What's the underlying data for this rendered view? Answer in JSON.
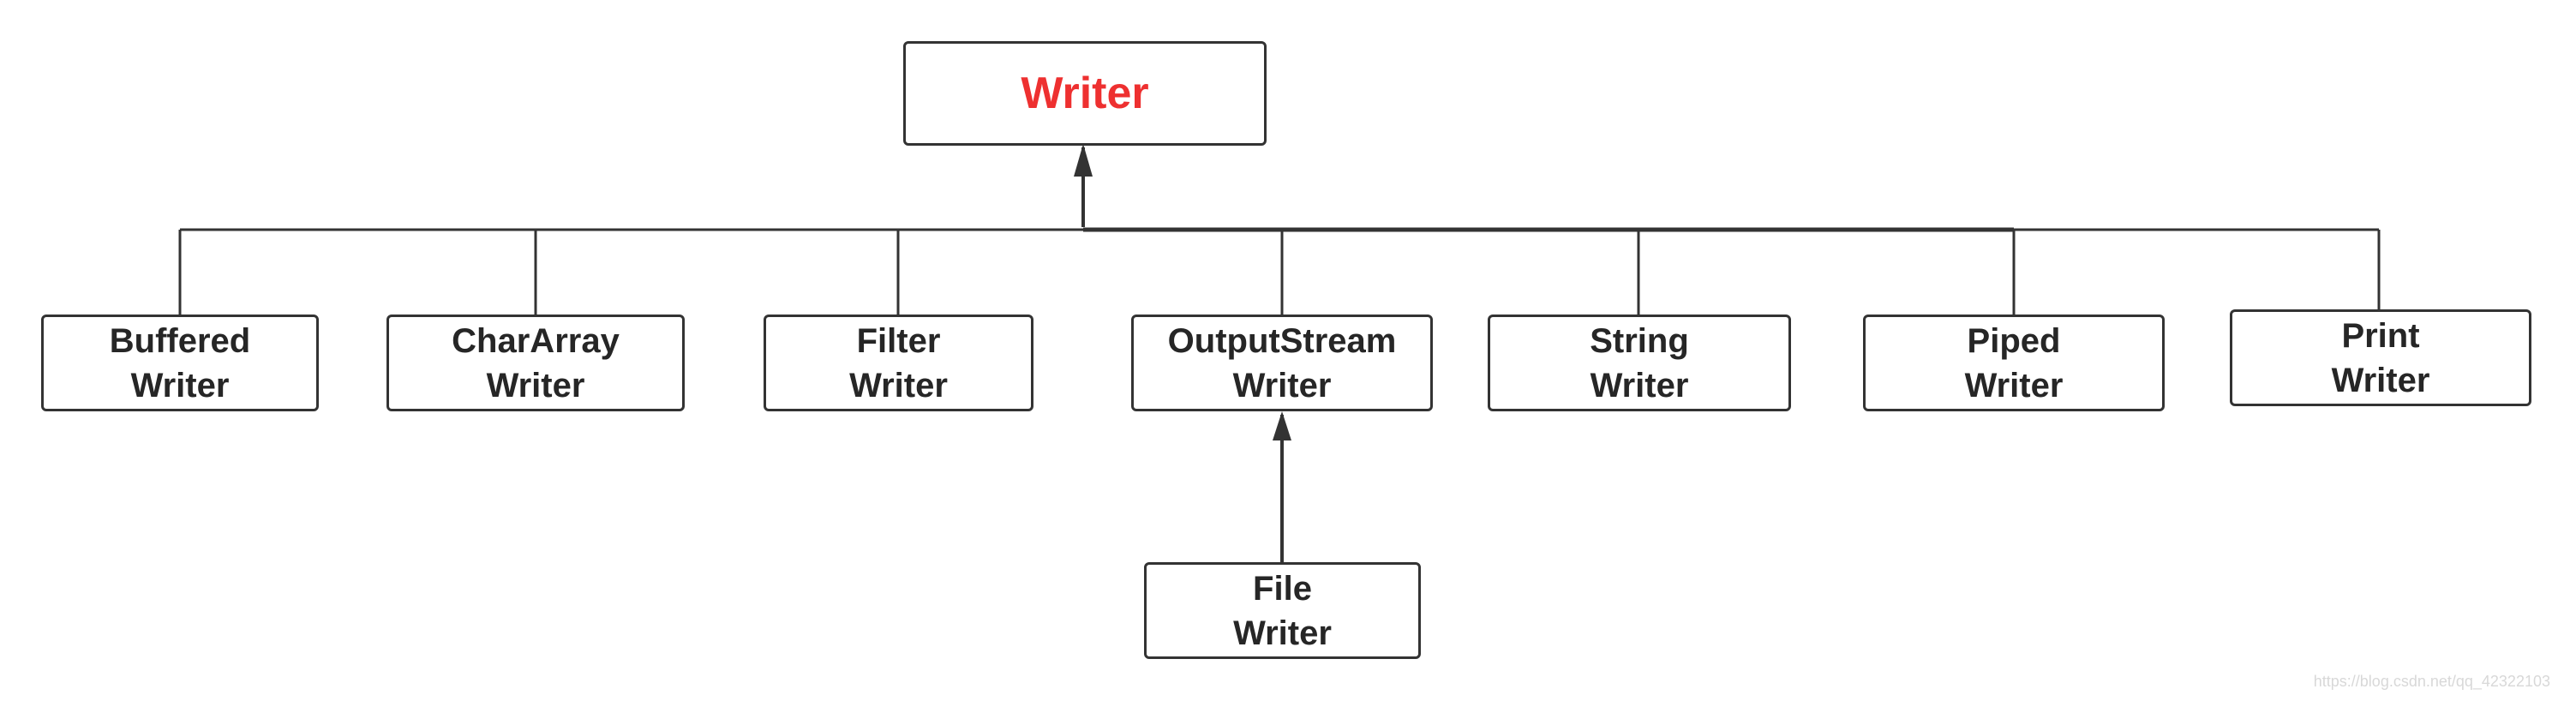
{
  "colors": {
    "line": "#333333",
    "text": "#262626",
    "root_text": "#ee3030",
    "watermark": "#d8d8d8"
  },
  "root": {
    "label": "Writer"
  },
  "children": [
    {
      "id": "buffered-writer",
      "lines": [
        "Buffered",
        "Writer"
      ]
    },
    {
      "id": "chararray-writer",
      "lines": [
        "CharArray",
        "Writer"
      ]
    },
    {
      "id": "filter-writer",
      "lines": [
        "Filter",
        "Writer"
      ]
    },
    {
      "id": "outputstream-writer",
      "lines": [
        "OutputStream",
        "Writer"
      ]
    },
    {
      "id": "string-writer",
      "lines": [
        "String",
        "Writer"
      ]
    },
    {
      "id": "piped-writer",
      "lines": [
        "Piped",
        "Writer"
      ]
    },
    {
      "id": "print-writer",
      "lines": [
        "Print",
        "Writer"
      ]
    }
  ],
  "grandchild": {
    "id": "file-writer",
    "parent": "outputstream-writer",
    "lines": [
      "File",
      "Writer"
    ]
  },
  "watermark": "https://blog.csdn.net/qq_42322103"
}
